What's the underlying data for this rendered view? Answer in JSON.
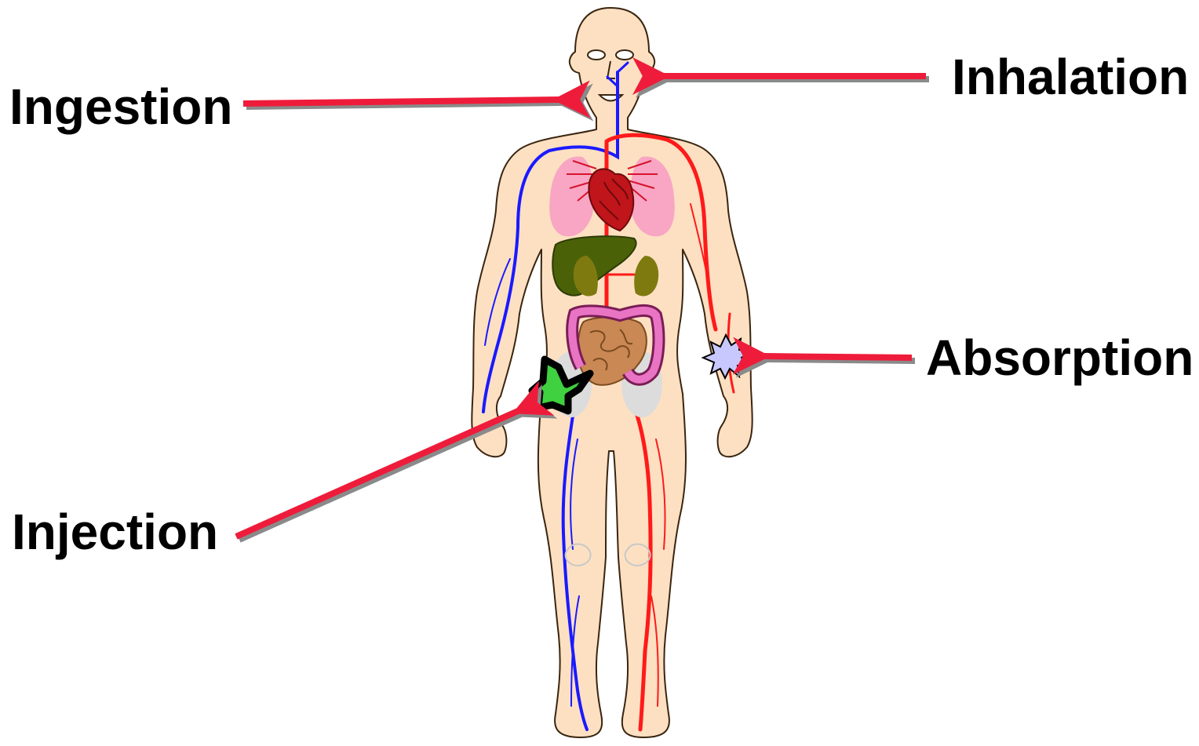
{
  "labels": {
    "ingestion": "Ingestion",
    "inhalation": "Inhalation",
    "absorption": "Absorption",
    "injection": "Injection"
  },
  "icons": {
    "body": "human-body-anatomy-icon",
    "splat": "injection-site-splat-icon",
    "burst": "skin-contact-burst-icon"
  },
  "colors": {
    "arrow": "#ee1c3a",
    "arrow_shadow": "#8a8a8a",
    "skin": "#fde0c2",
    "skin_outline": "#3a2510",
    "artery": "#ff1a1a",
    "vein": "#1a1aff",
    "lungs": "#f8a6c4",
    "heart": "#c0151a",
    "liver": "#4a6108",
    "kidneys": "#7e7a10",
    "colon": "#e974c4",
    "intestine": "#c98854",
    "splat_fill": "#3fd13f",
    "burst_fill": "#c8c8ff"
  }
}
